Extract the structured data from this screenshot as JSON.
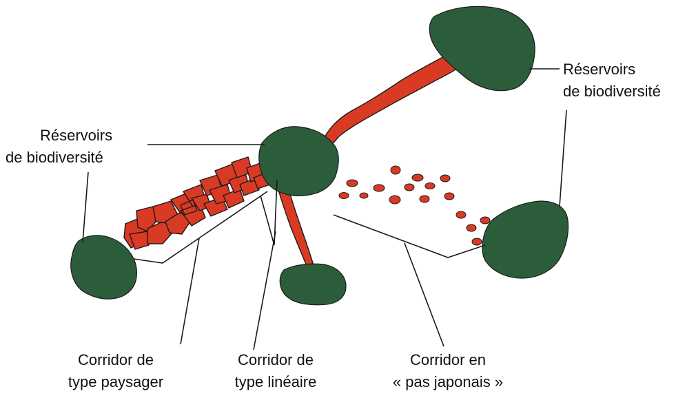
{
  "colors": {
    "reservoir": "#2c5d3b",
    "corridor": "#d93a24",
    "outline": "#1b1b1b",
    "text": "#111111"
  },
  "labels": {
    "reservoir_top_right": [
      "Réservoirs",
      "de biodiversité"
    ],
    "reservoir_left": [
      "Réservoirs",
      "de biodiversité"
    ],
    "corridor_paysager": [
      "Corridor de",
      "type paysager"
    ],
    "corridor_lineaire": [
      "Corridor de",
      "type linéaire"
    ],
    "corridor_japonais": [
      "Corridor en",
      "« pas japonais »"
    ]
  }
}
